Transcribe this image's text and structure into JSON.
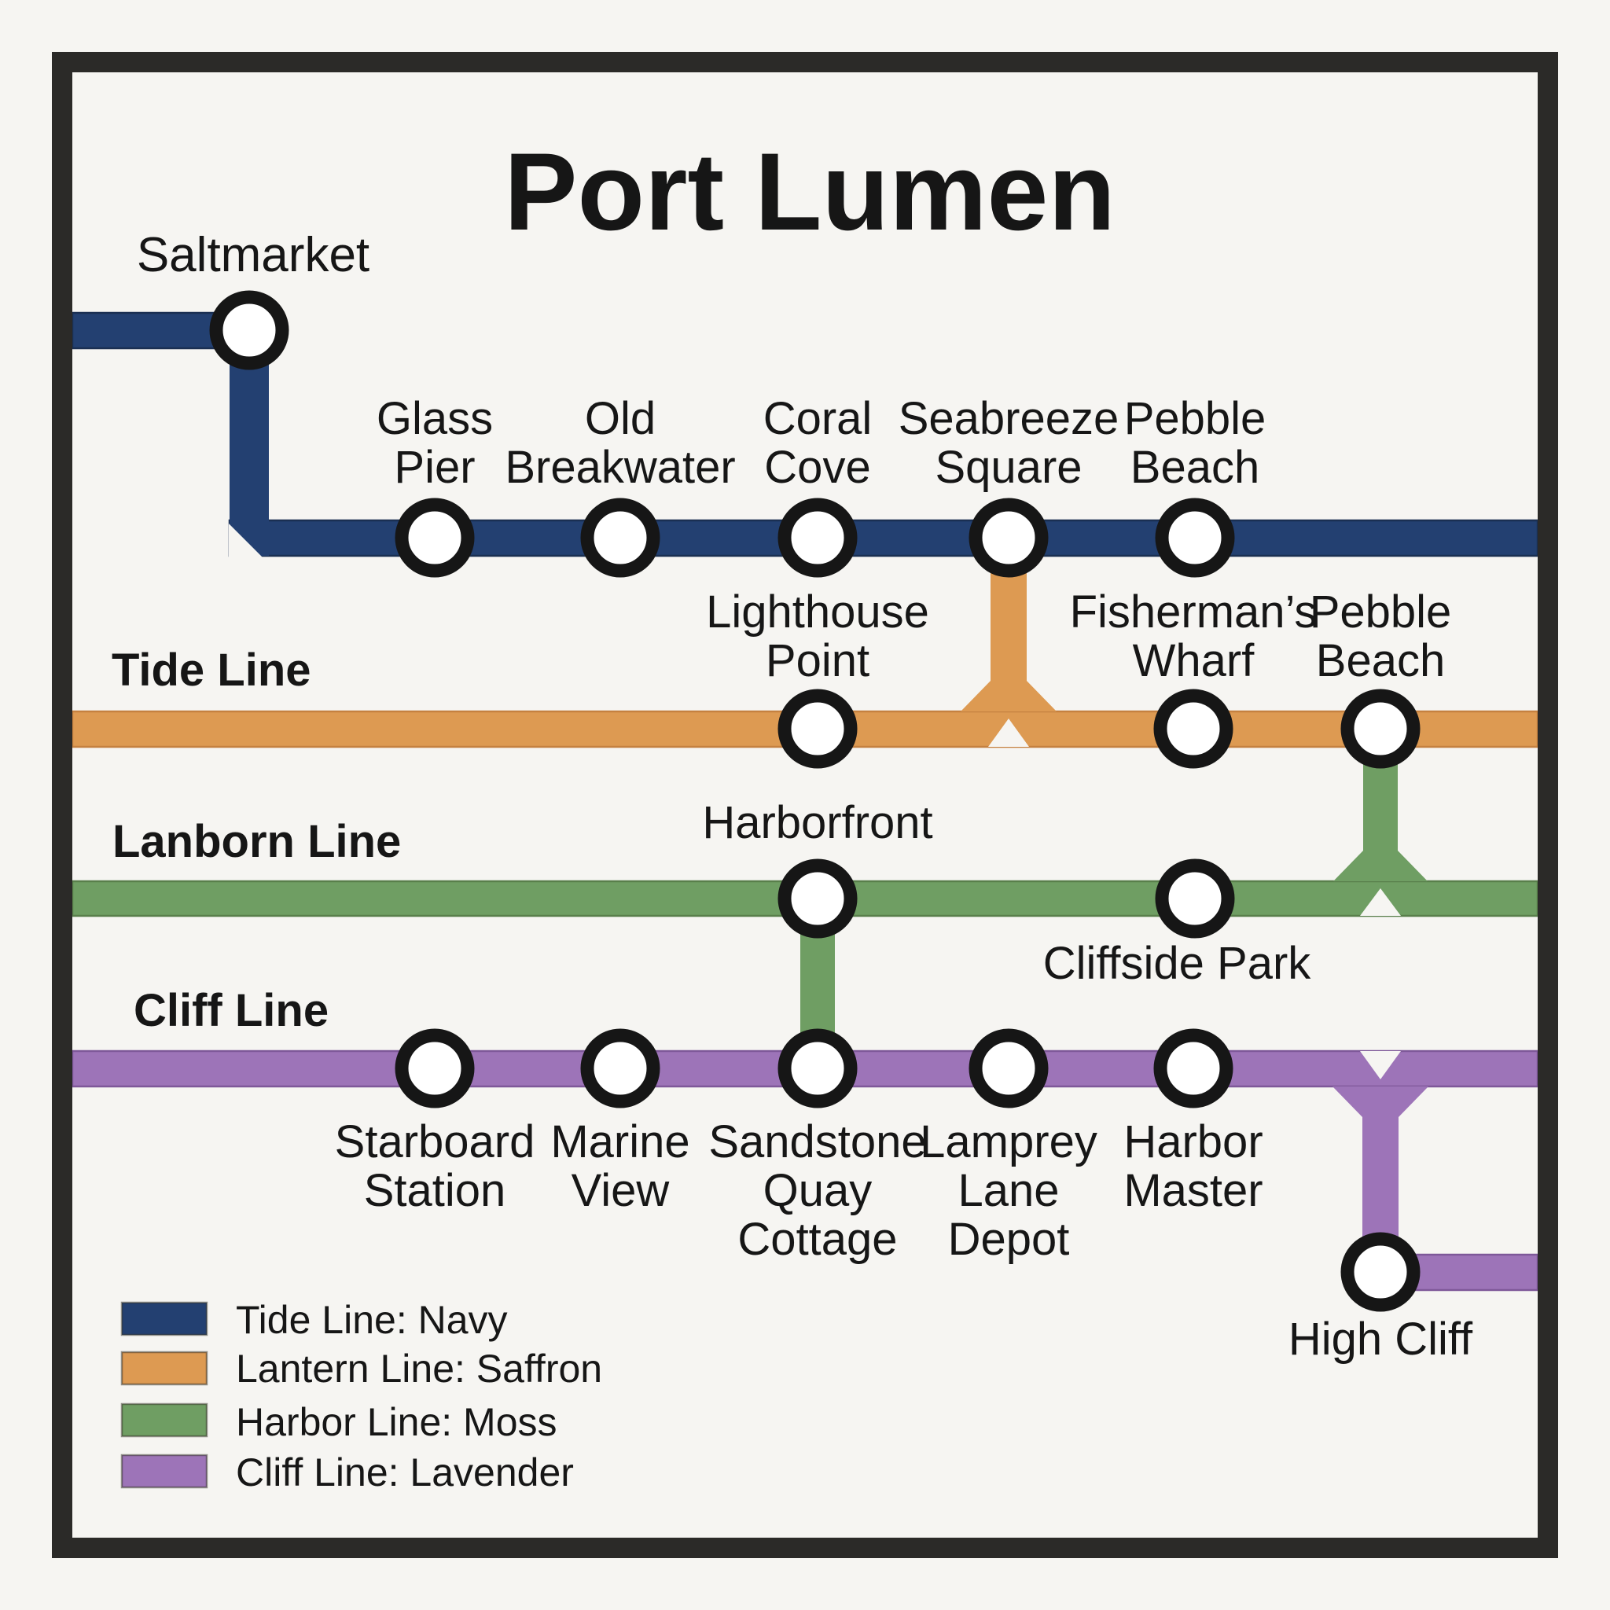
{
  "title": "Port Lumen",
  "colors": {
    "navy": "#234071",
    "saffron": "#dd9a52",
    "moss": "#6f9e63",
    "lavender": "#9d74b8",
    "tide_label": "#bf7d3c",
    "lanborn_label": "#47793c",
    "cliff_label": "#8d4fa5"
  },
  "map_labels": {
    "tide": "Tide Line",
    "lanborn": "Lanborn Line",
    "cliff": "Cliff Line"
  },
  "stations": {
    "saltmarket": [
      "Saltmarket"
    ],
    "glass_pier": [
      "Glass",
      "Pier"
    ],
    "old_breakwater": [
      "Old",
      "Breakwater"
    ],
    "coral_cove": [
      "Coral",
      "Cove"
    ],
    "seabreeze_square": [
      "Seabreeze",
      "Square"
    ],
    "pebble_beach_navy": [
      "Pebble",
      "Beach"
    ],
    "lighthouse_point": [
      "Lighthouse",
      "Point"
    ],
    "fishermans_wharf": [
      "Fisherman’s",
      "Wharf"
    ],
    "pebble_beach_saffron": [
      "Pebble",
      "Beach"
    ],
    "harborfront": [
      "Harborfront"
    ],
    "cliffside_park": [
      "Cliffside Park"
    ],
    "starboard_station": [
      "Starboard",
      "Station"
    ],
    "marine_view": [
      "Marine",
      "View"
    ],
    "sandstone_quay_cottage": [
      "Sandstone",
      "Quay",
      "Cottage"
    ],
    "lamprey_lane_depot": [
      "Lamprey",
      "Lane",
      "Depot"
    ],
    "harbor_master": [
      "Harbor",
      "Master"
    ],
    "high_cliff": [
      "High Cliff"
    ]
  },
  "legend": {
    "items": [
      {
        "label": "Tide Line: Navy",
        "color": "#234071"
      },
      {
        "label": "Lantern Line: Saffron",
        "color": "#dd9a52"
      },
      {
        "label": "Harbor Line: Moss",
        "color": "#6f9e63"
      },
      {
        "label": "Cliff Line: Lavender",
        "color": "#9d74b8"
      }
    ]
  }
}
